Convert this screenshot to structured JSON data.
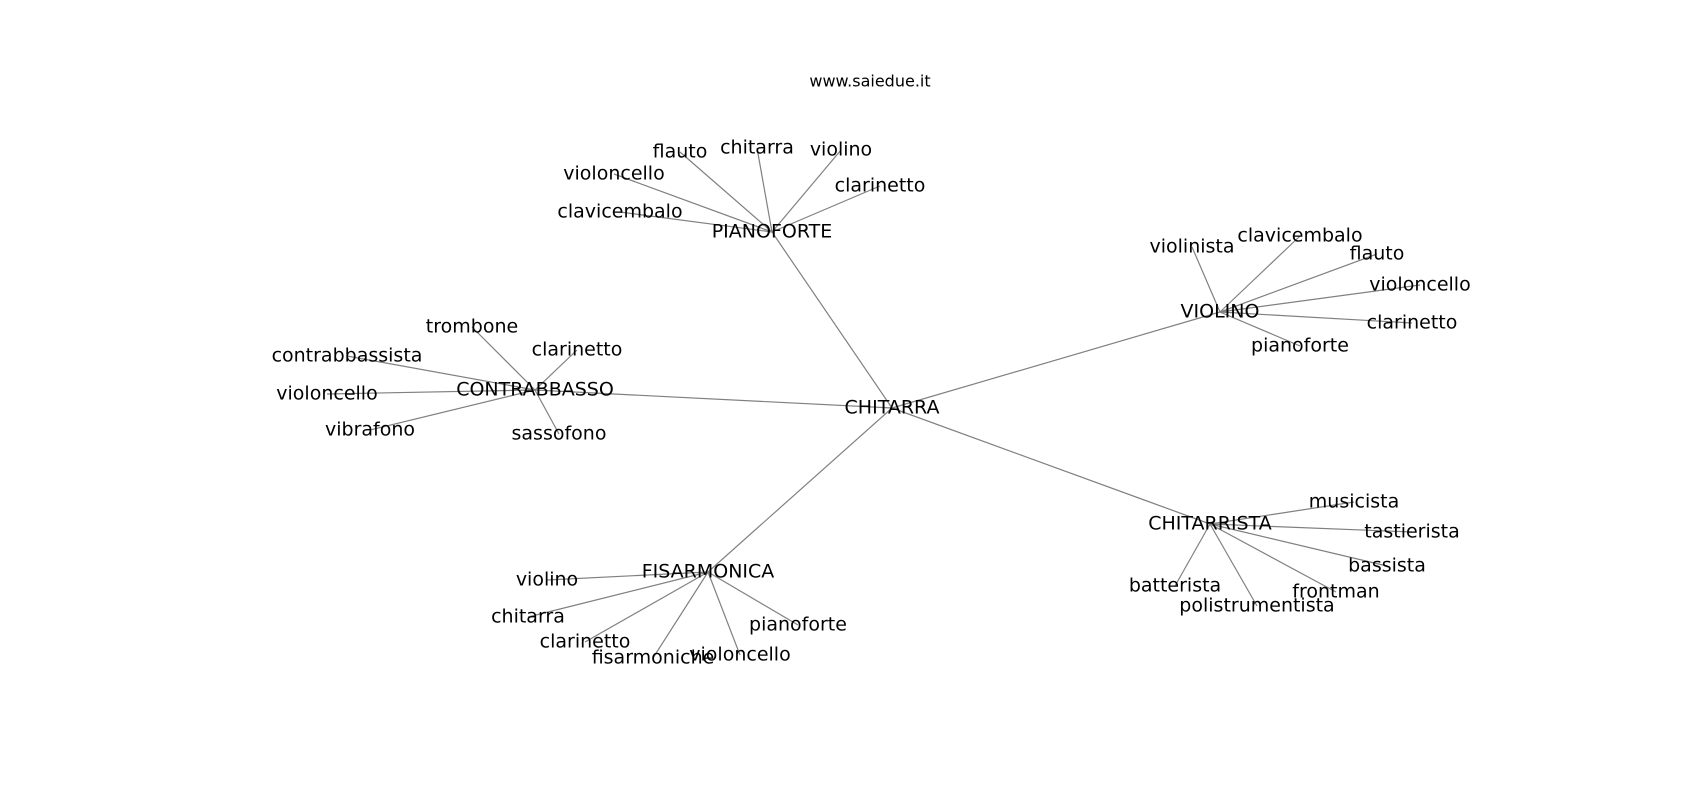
{
  "site": "www.saiedue.it",
  "graph": {
    "center": "CHITARRA",
    "hubs": [
      {
        "label": "PIANOFORTE",
        "leaves": [
          "flauto",
          "chitarra",
          "violino",
          "clarinetto",
          "violoncello",
          "clavicembalo"
        ]
      },
      {
        "label": "VIOLINO",
        "leaves": [
          "violinista",
          "clavicembalo",
          "flauto",
          "violoncello",
          "clarinetto",
          "pianoforte"
        ]
      },
      {
        "label": "CONTRABBASSO",
        "leaves": [
          "trombone",
          "clarinetto",
          "contrabbassista",
          "violoncello",
          "vibrafono",
          "sassofono"
        ]
      },
      {
        "label": "FISARMONICA",
        "leaves": [
          "violino",
          "chitarra",
          "clarinetto",
          "fisarmoniche",
          "violoncello",
          "pianoforte"
        ]
      },
      {
        "label": "CHITARRISTA",
        "leaves": [
          "musicista",
          "tastierista",
          "bassista",
          "frontman",
          "polistrumentista",
          "batterista"
        ]
      }
    ]
  }
}
